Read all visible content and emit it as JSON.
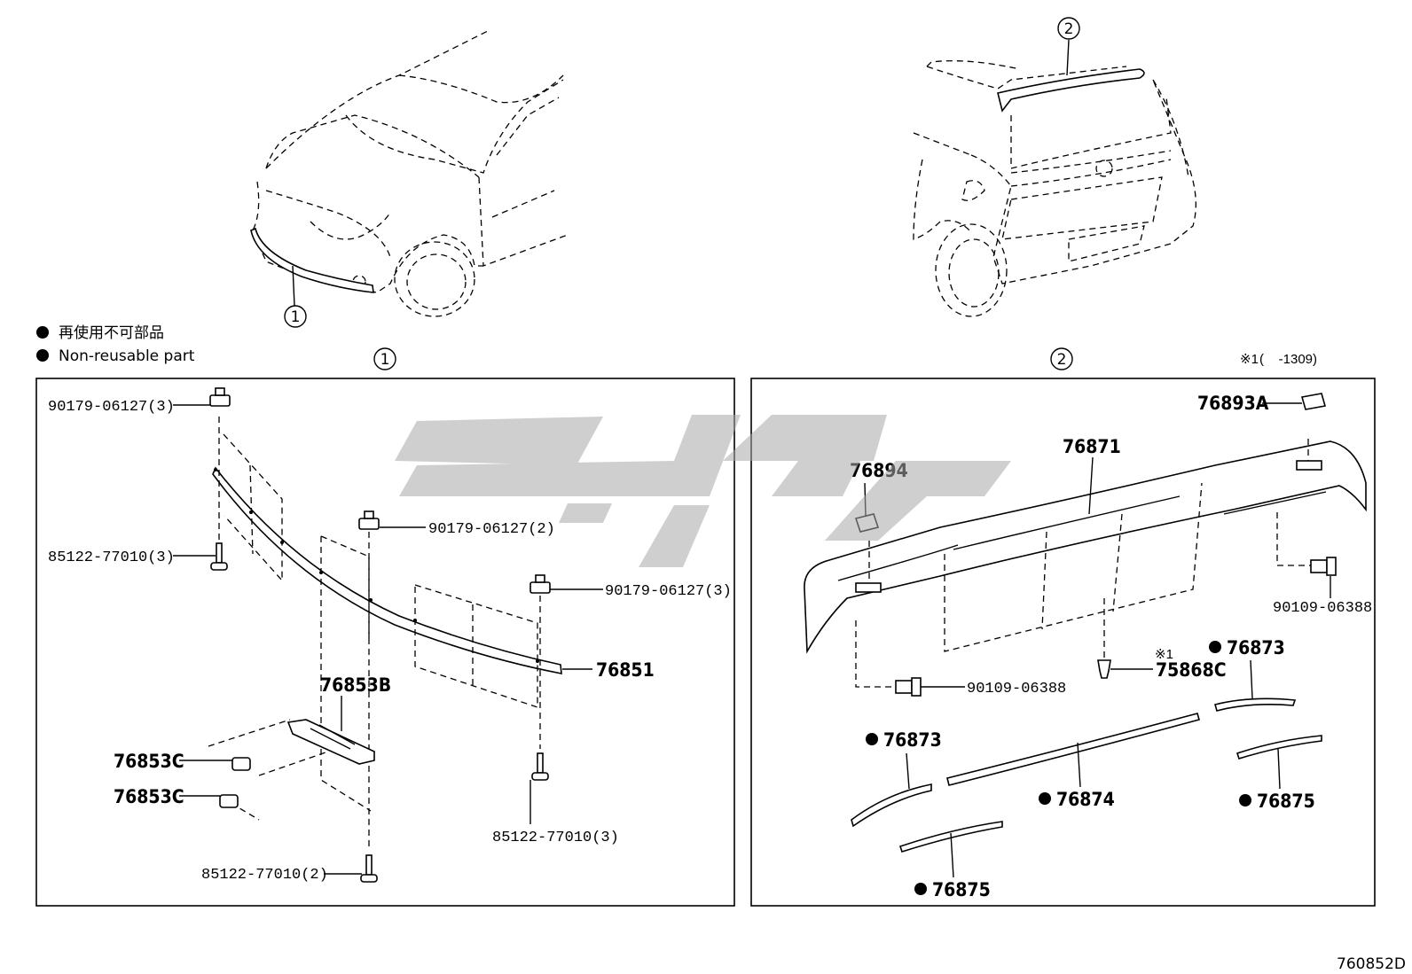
{
  "legend": {
    "jp": "再使用不可部品",
    "en": "Non-reusable part"
  },
  "sections": {
    "s1": "1",
    "s2": "2",
    "note_mark": "※1",
    "note_range": "(    -1309)"
  },
  "watermark": "کاوپارت",
  "left_panel": {
    "p1": "90179-06127(3)",
    "p2": "85122-77010(3)",
    "p3": "90179-06127(2)",
    "p4": "90179-06127(3)",
    "p5": "76851",
    "p6": "76853B",
    "p7": "76853C",
    "p8": "76853C",
    "p9": "85122-77010(3)",
    "p10": "85122-77010(2)"
  },
  "right_panel": {
    "p1": "76893A",
    "p2": "76871",
    "p3": "76894",
    "p4": "90109-06388",
    "p5": "※1",
    "p6": "75868C",
    "p7": "76873",
    "p8": "90109-06388",
    "p9": "76873",
    "p10": "76874",
    "p11": "76875",
    "p12": "76875"
  },
  "drawing_code": "760852D"
}
